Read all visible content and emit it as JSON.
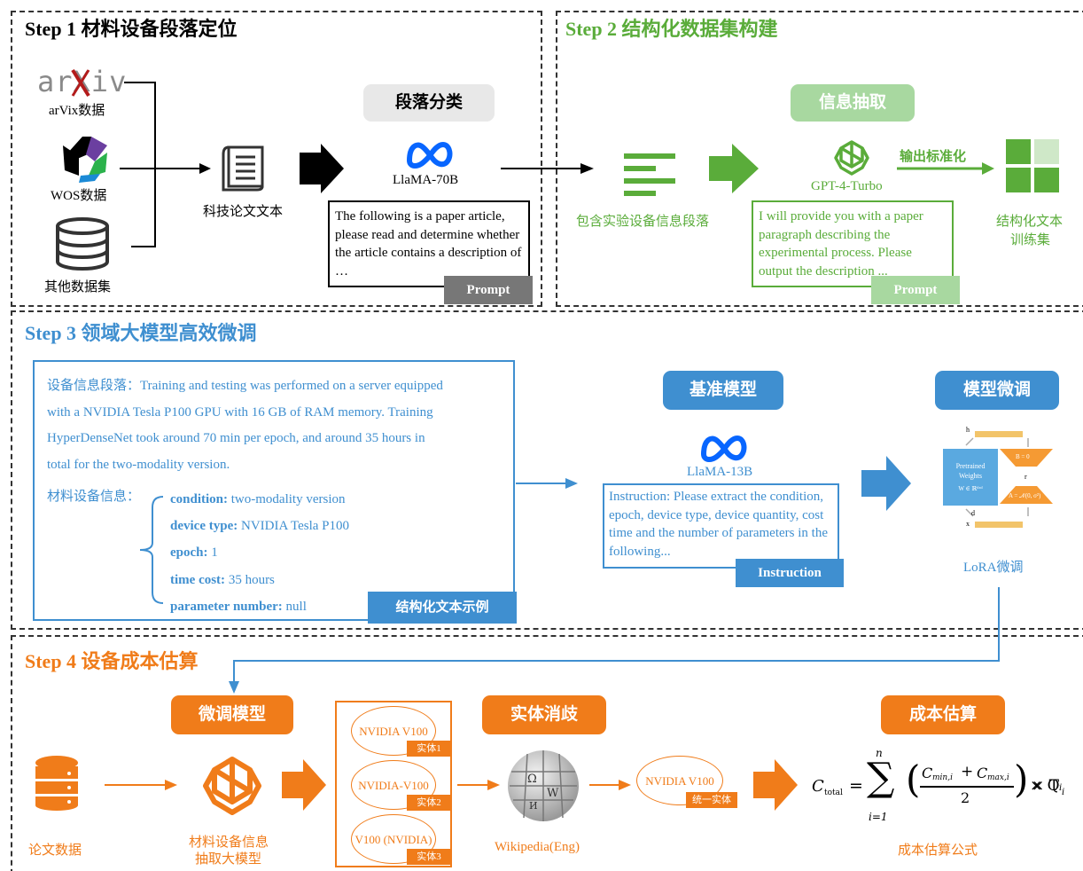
{
  "step1": {
    "title": "Step 1 材料设备段落定位",
    "arxiv_logo": "arXiv",
    "arxiv_label": "arVix数据",
    "wos_label": "WOS数据",
    "other_label": "其他数据集",
    "doc_label": "科技论文文本",
    "classify_pill": "段落分类",
    "model_name": "LlaMA-70B",
    "prompt_text": "The following is a paper article, please read and determine whether the article contains a description of …",
    "prompt_tag": "Prompt",
    "colors": {
      "tag_bg": "#777777",
      "pill_bg": "#e8e8e8"
    }
  },
  "step2": {
    "title": "Step 2 结构化数据集构建",
    "extract_pill": "信息抽取",
    "para_label": "包含实验设备信息段落",
    "model_name": "GPT-4-Turbo",
    "arrow_label": "输出标准化",
    "prompt_text": "I will provide you with a paper paragraph describing the experimental process. Please output the description ...",
    "prompt_tag": "Prompt",
    "out_label_line1": "结构化文本",
    "out_label_line2": "训练集",
    "colors": {
      "green": "#5aac3a",
      "light_green": "#a8d8a0"
    }
  },
  "step3": {
    "title": "Step 3 领域大模型高效微调",
    "sample_lines": [
      "设备信息段落：Training and testing was performed on a server equipped",
      "with a NVIDIA Tesla P100 GPU with 16 GB of RAM memory. Training",
      "HyperDenseNet took around 70 min per epoch, and around 35 hours in",
      "total for the two-modality version."
    ],
    "info_label": "材料设备信息：",
    "fields": [
      {
        "key": "condition:",
        "value": " two-modality version"
      },
      {
        "key": "device type:",
        "value": " NVIDIA Tesla P100"
      },
      {
        "key": "epoch:",
        "value": " 1"
      },
      {
        "key": "time cost:",
        "value": " 35 hours"
      },
      {
        "key": "parameter number:",
        "value": " null"
      }
    ],
    "sample_tag": "结构化文本示例",
    "base_pill": "基准模型",
    "base_model_name": "LlaMA-13B",
    "instruction_text": "Instruction: Please extract the condition, epoch, device type, device quantity, cost time and the number of parameters in the following...",
    "instruction_tag": "Instruction",
    "finetune_pill": "模型微调",
    "lora_h": "h",
    "lora_x": "x",
    "lora_r": "r",
    "lora_d": "d",
    "lora_pretrained_line1": "Pretrained",
    "lora_pretrained_line2": "Weights",
    "lora_w": "W ∈ ℝᵈˣᵈ",
    "lora_b": "B = 0",
    "lora_a": "A = 𝒩(0, σ²)",
    "lora_label": "LoRA微调",
    "colors": {
      "blue": "#3f8fd0",
      "lora_box": "#5aa9e0",
      "lora_orange": "#f59a33",
      "lora_bar": "#f2c46a"
    }
  },
  "step4": {
    "title": "Step 4 设备成本估算",
    "finetuned_pill": "微调模型",
    "paper_label": "论文数据",
    "extract_model_line1": "材料设备信息",
    "extract_model_line2": "抽取大模型",
    "entities": [
      {
        "text": "NVIDIA V100",
        "tag": "实体1"
      },
      {
        "text": "NVIDIA-V100",
        "tag": "实体2"
      },
      {
        "text": "V100 (NVIDIA)",
        "tag": "实体3"
      }
    ],
    "disamb_pill": "实体消歧",
    "wiki_label": "Wikipedia(Eng)",
    "unified_entity": "NVIDIA V100",
    "unified_tag": "统一实体",
    "cost_pill": "成本估算",
    "formula_label": "成本估算公式",
    "formula": {
      "C": "C",
      "total_sub": "total",
      "eq": "=",
      "sum_top": "n",
      "sum_bottom": "i=1",
      "num": "C",
      "num_sub_min": "min,i",
      "plus": "+",
      "num_sub_max": "max,i",
      "den": "2",
      "times_q": "× Q",
      "q_sub": "i",
      "times_t": "× T",
      "t_sub": "i"
    },
    "colors": {
      "orange": "#f07c1a"
    }
  }
}
